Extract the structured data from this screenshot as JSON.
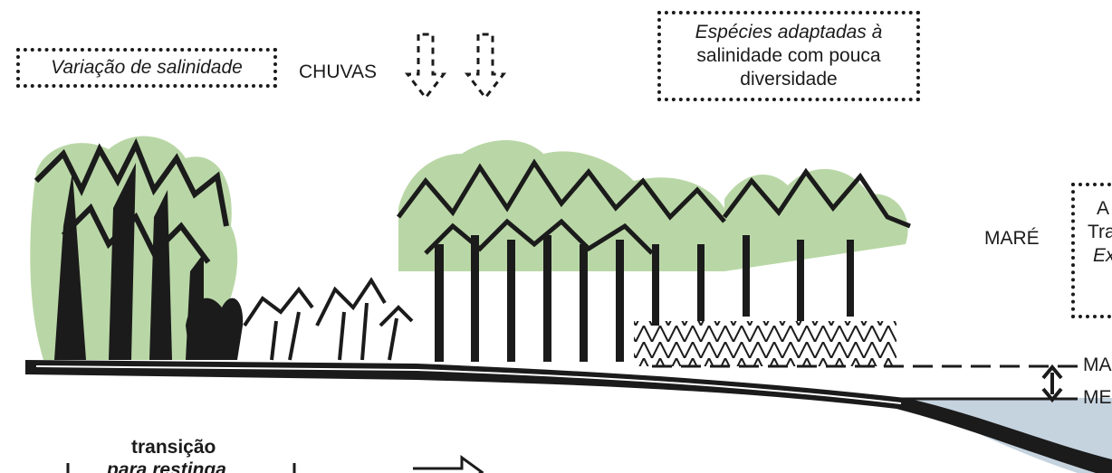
{
  "labels": {
    "variacao_salinidade": "Variação de salinidade",
    "chuvas": "CHUVAS",
    "especies_line1": "Espécies adaptadas à",
    "especies_line2": "salinidade com pouca",
    "especies_line3": "diversidade",
    "mare": "MARÉ",
    "right_box_line1": "A",
    "right_box_line2": "Tra",
    "right_box_line3": "Ex",
    "mare_alta_partial": "MA",
    "mare_baixa_partial": "ME",
    "transicao": "transição",
    "para_restinga": "para restinga"
  },
  "colors": {
    "canopy": "#b9d7a6",
    "ink": "#1b1b1b",
    "water": "#c5d3df",
    "ground": "#1b1b1b"
  },
  "icons": {
    "rain_arrows": "dashed-down-arrow",
    "tide_range": "double-headed-vertical-arrow",
    "direction": "right-arrow-outline"
  }
}
